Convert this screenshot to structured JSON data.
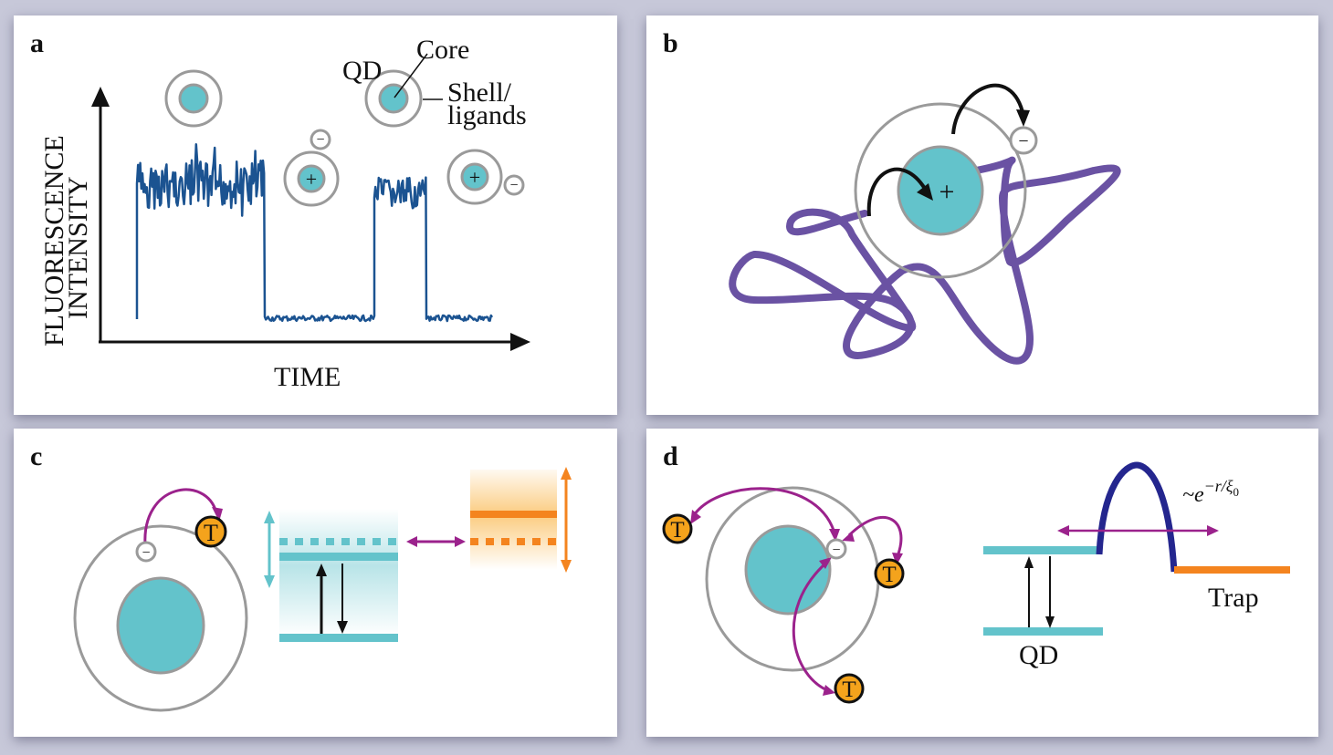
{
  "figure": {
    "panels": [
      {
        "id": "a",
        "label": "a"
      },
      {
        "id": "b",
        "label": "b"
      },
      {
        "id": "c",
        "label": "c"
      },
      {
        "id": "d",
        "label": "d"
      }
    ]
  },
  "panel_a": {
    "label": "a",
    "ylabel_line1": "FLUORESCENCE",
    "ylabel_line2": "INTENSITY",
    "xlabel": "TIME",
    "qd_label": "QD",
    "core_label": "Core",
    "shell_label_line1": "Shell/",
    "shell_label_line2": "ligands",
    "plus_sign": "+",
    "minus_sign": "−",
    "trace_states": [
      "on",
      "off",
      "on",
      "off"
    ]
  },
  "panel_b": {
    "label": "b",
    "plus_sign": "+",
    "minus_sign": "−"
  },
  "panel_c": {
    "label": "c",
    "trap_symbol": "T",
    "minus_sign": "−"
  },
  "panel_d": {
    "label": "d",
    "trap_symbol": "T",
    "minus_sign": "−",
    "formula_prefix": "~e",
    "formula_exponent": "−r/ξ",
    "formula_subscript": "0",
    "trap_label": "Trap",
    "qd_label": "QD"
  },
  "colors": {
    "core": "#63c3cb",
    "shell": "#9a9a9a",
    "trace": "#1b5391",
    "polymer": "#6a52a3",
    "trap": "#f4a31c",
    "hop_arrow": "#9b228c",
    "orange_level": "#f4841f",
    "barrier": "#24268e"
  }
}
